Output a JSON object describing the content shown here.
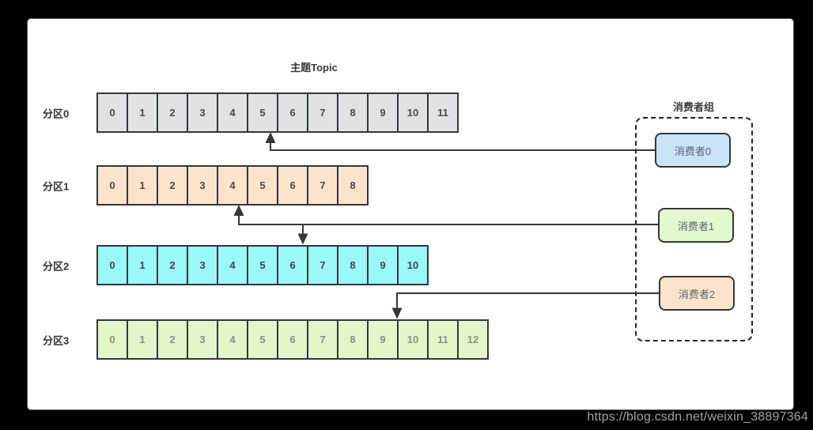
{
  "frame": {
    "watermark": "https://blog.csdn.net/weixin_38897364",
    "background_color": "#000000",
    "panel_color": "#ffffff"
  },
  "diagram": {
    "topic_title": "主题Topic",
    "group_title": "消费者组",
    "partitions": [
      {
        "label": "分区0",
        "fill": "#e3e2e2",
        "number_color": "#4a4a4a",
        "cells": [
          "0",
          "1",
          "2",
          "3",
          "4",
          "5",
          "6",
          "7",
          "8",
          "9",
          "10",
          "11"
        ]
      },
      {
        "label": "分区1",
        "fill": "#fce4cc",
        "number_color": "#4a4a4a",
        "cells": [
          "0",
          "1",
          "2",
          "3",
          "4",
          "5",
          "6",
          "7",
          "8"
        ]
      },
      {
        "label": "分区2",
        "fill": "#9bf8f8",
        "number_color": "#3f4549",
        "cells": [
          "0",
          "1",
          "2",
          "3",
          "4",
          "5",
          "6",
          "7",
          "8",
          "9",
          "10"
        ]
      },
      {
        "label": "分区3",
        "fill": "#e2f6c9",
        "number_color": "#8b9084",
        "cells": [
          "0",
          "1",
          "2",
          "3",
          "4",
          "5",
          "6",
          "7",
          "8",
          "9",
          "10",
          "11",
          "12"
        ]
      }
    ],
    "consumers": [
      {
        "label": "消费者0",
        "fill": "#c9e3f9"
      },
      {
        "label": "消费者1",
        "fill": "#e2f8ce"
      },
      {
        "label": "消费者2",
        "fill": "#fbe4cc"
      }
    ],
    "arrows": [
      {
        "from": "消费者0",
        "to": "分区0",
        "at_cell": "5",
        "direction": "up"
      },
      {
        "from": "消费者1",
        "to": "分区1",
        "at_cell": "4",
        "direction": "up"
      },
      {
        "from": "消费者1",
        "to": "分区2",
        "at_cell": "6",
        "direction": "down"
      },
      {
        "from": "消费者2",
        "to": "分区3",
        "at_cell": "9",
        "direction": "down"
      }
    ],
    "line_color": "#33373a"
  }
}
